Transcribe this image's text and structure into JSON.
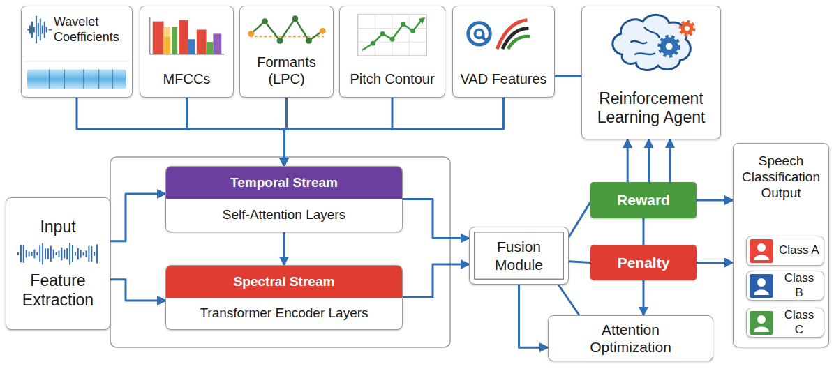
{
  "diagram": {
    "nodes": [
      {
        "text": [
          "Wavelet Coefficients"
        ]
      },
      {
        "text": [
          "MFCCs"
        ]
      },
      {
        "text": [
          "Formants (LPC)"
        ]
      },
      {
        "text": [
          "Pitch Contour"
        ]
      },
      {
        "text": [
          "VAD Features"
        ]
      },
      {
        "text": [
          "Reinforcement Learning Agent"
        ]
      },
      {
        "text": [
          "Input",
          "Feature Extraction"
        ]
      },
      {
        "text": [
          "Temporal Stream",
          "Self-Attention Layers"
        ]
      },
      {
        "text": [
          "Spectral Stream",
          "Transformer Encoder Layers"
        ]
      },
      {
        "text": [
          "Fusion Module"
        ]
      },
      {
        "text": [
          "Reward"
        ]
      },
      {
        "text": [
          "Penalty"
        ]
      },
      {
        "text": [
          "Attention Optimization"
        ]
      },
      {
        "text": [
          "Speech Classification Output"
        ]
      },
      {
        "text": [
          "Class A"
        ],
        "in": 13
      },
      {
        "text": [
          "Class B"
        ],
        "in": 13
      },
      {
        "text": [
          "Class C"
        ],
        "in": 13
      }
    ],
    "edges": [
      {
        "from": 0,
        "to": 7,
        "arrow": "to"
      },
      {
        "from": 1,
        "to": 7,
        "arrow": "to"
      },
      {
        "from": 2,
        "to": 7,
        "arrow": "to"
      },
      {
        "from": 3,
        "to": 7,
        "arrow": "to"
      },
      {
        "from": 4,
        "to": 7,
        "arrow": "to"
      },
      {
        "from": 4,
        "to": 5,
        "arrow": "none"
      },
      {
        "from": 6,
        "to": 7,
        "arrow": "to"
      },
      {
        "from": 6,
        "to": 8,
        "arrow": "to"
      },
      {
        "from": 7,
        "to": 8,
        "arrow": "to"
      },
      {
        "from": 7,
        "to": 9,
        "arrow": "to"
      },
      {
        "from": 8,
        "to": 9,
        "arrow": "to"
      },
      {
        "from": 9,
        "to": 10,
        "arrow": "none"
      },
      {
        "from": 9,
        "to": 11,
        "arrow": "none"
      },
      {
        "from": 9,
        "to": 12,
        "arrow": "none"
      },
      {
        "from": 9,
        "to": 12,
        "arrow": "to"
      },
      {
        "from": 10,
        "to": 5,
        "arrow": "to"
      },
      {
        "from": 10,
        "to": 5,
        "arrow": "to"
      },
      {
        "from": 10,
        "to": 5,
        "arrow": "to"
      },
      {
        "from": 10,
        "to": 11,
        "arrow": "none"
      },
      {
        "from": 11,
        "to": 12,
        "arrow": "to"
      },
      {
        "from": 10,
        "to": 13,
        "arrow": "to"
      },
      {
        "from": 11,
        "to": 13,
        "arrow": "to"
      }
    ]
  }
}
